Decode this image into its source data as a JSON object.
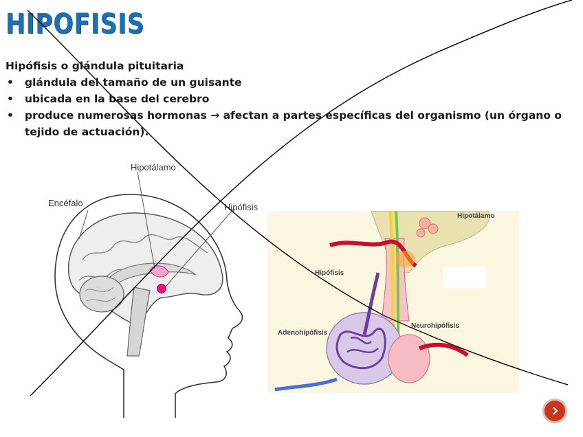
{
  "slide": {
    "title": "HIPOFISIS",
    "intro": "Hipófisis o glándula pituitaria",
    "bullets": [
      "glándula del tamaño de un guisante",
      "ubicada en la base del cerebro",
      "produce numerosas hormonas → afectan a partes específicas del organismo (un órgano o tejido de actuación)."
    ]
  },
  "brain_figure": {
    "labels": {
      "hypothalamus": "Hipotálamo",
      "brain": "Encéfalo",
      "pituitary": "Hipófisis"
    }
  },
  "pituitary_figure": {
    "labels": {
      "hypothalamus": "Hipotálamo",
      "pituitary": "Hipófisis",
      "adenohypophysis": "Adenohipófisis",
      "neurohypophysis": "Neurohipófisis"
    }
  },
  "colors": {
    "title": "#1c6fb3",
    "gland_pink": "#e6177b",
    "artery_red": "#c8102e",
    "vein_purple": "#6a3fa0",
    "button": "#c7361e"
  },
  "icons": {
    "next_button": "chevron-right-icon"
  }
}
